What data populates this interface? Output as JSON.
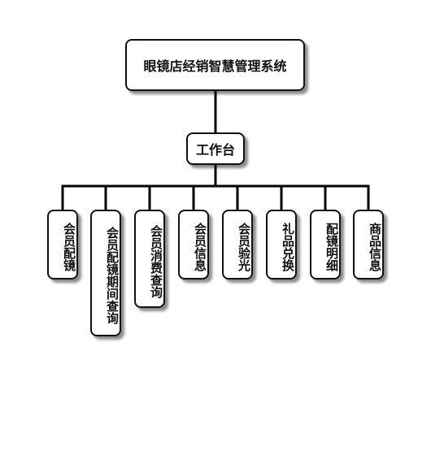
{
  "root": {
    "label": "眼镜店经销智慧管理系统"
  },
  "hub": {
    "label": "工作台"
  },
  "modules": [
    {
      "label": "会员配镜"
    },
    {
      "label": "会员配镜期间查询"
    },
    {
      "label": "会员消费查询"
    },
    {
      "label": "会员信息"
    },
    {
      "label": "会员验光"
    },
    {
      "label": "礼品兑换"
    },
    {
      "label": "配镜明细"
    },
    {
      "label": "商品信息"
    }
  ]
}
